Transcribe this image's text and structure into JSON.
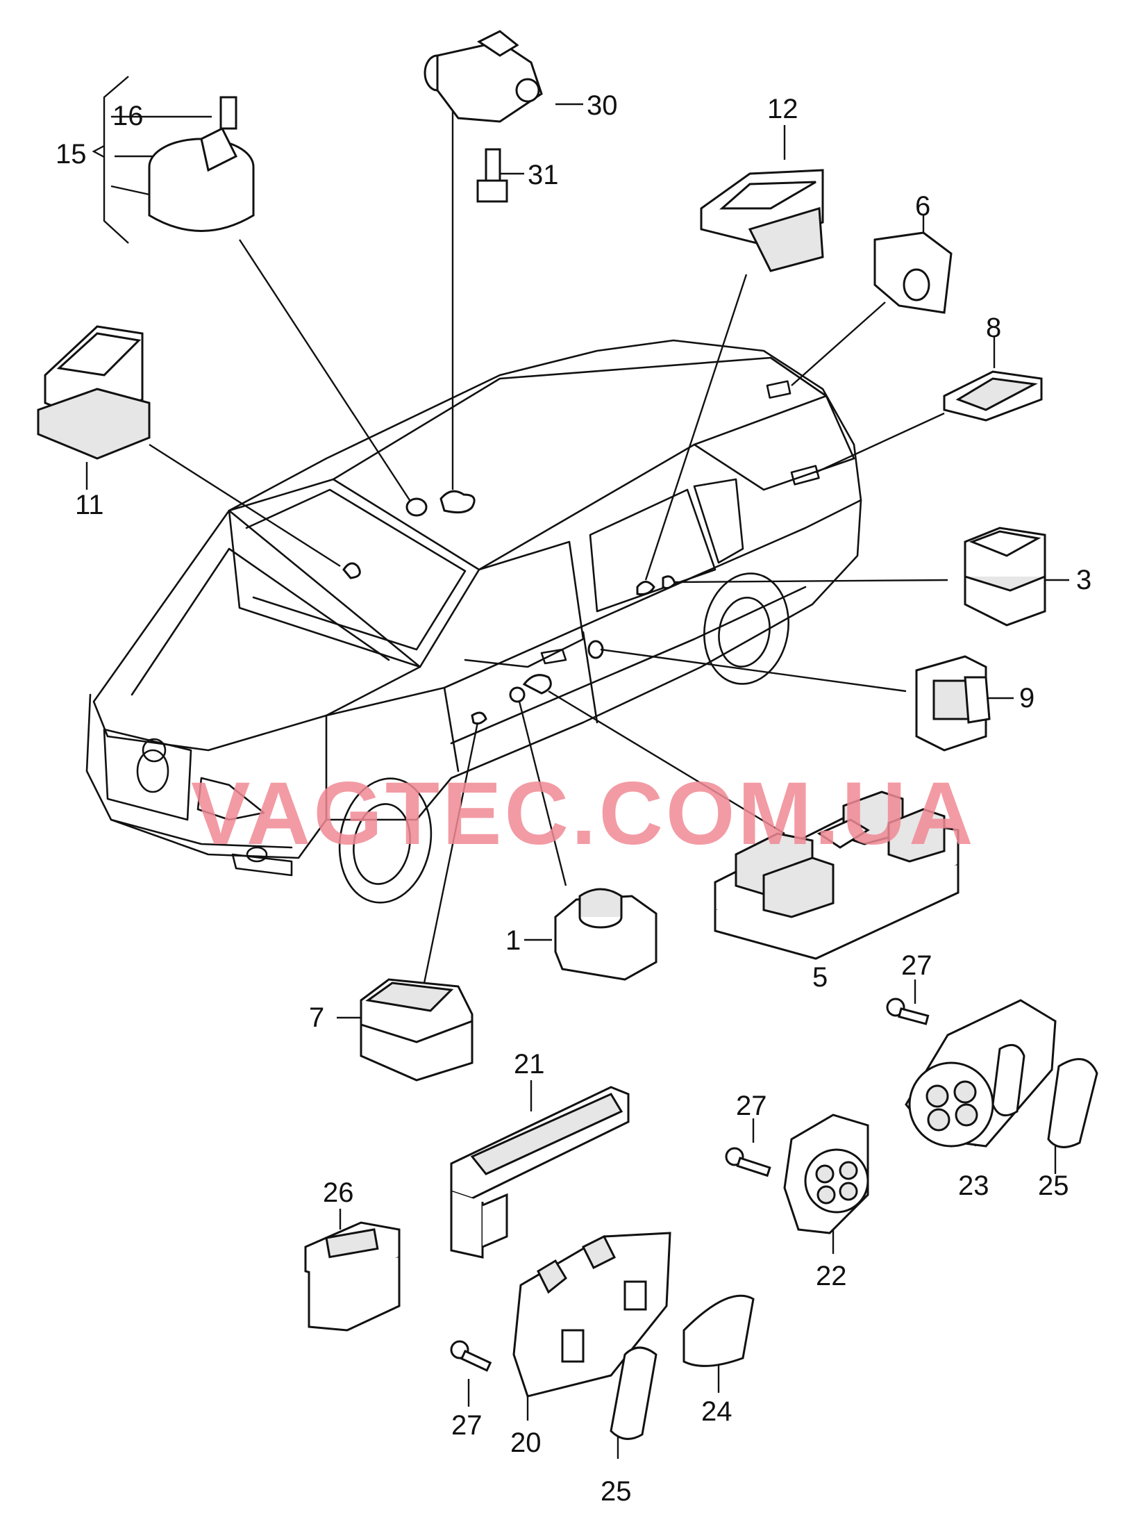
{
  "callouts": {
    "c1": "1",
    "c3": "3",
    "c5": "5",
    "c6": "6",
    "c7": "7",
    "c8": "8",
    "c9": "9",
    "c11": "11",
    "c12": "12",
    "c15": "15",
    "c16": "16",
    "c20": "20",
    "c21": "21",
    "c22": "22",
    "c23": "23",
    "c24": "24",
    "c25a": "25",
    "c25b": "25",
    "c26": "26",
    "c27a": "27",
    "c27b": "27",
    "c27c": "27",
    "c30": "30",
    "c31": "31"
  },
  "watermark": "VAGTEC.COM.UA"
}
